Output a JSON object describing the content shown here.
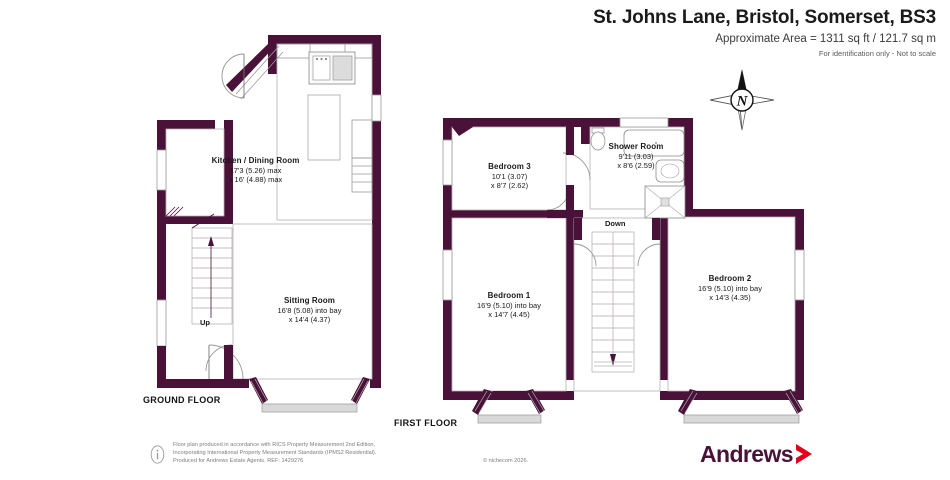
{
  "header": {
    "title": "St. Johns Lane, Bristol, Somerset, BS3",
    "area": "Approximate Area = 1311 sq ft / 121.7 sq m",
    "notice": "For identification only - Not to scale"
  },
  "compass": {
    "north_label": "N",
    "icon": "compass-rose-icon"
  },
  "colors": {
    "wall": "#4a1238",
    "wall_light": "#6b2450",
    "background": "#ffffff",
    "page_border": "#000000",
    "text": "#1a1a1a",
    "footer_text": "#7d7d7d",
    "logo_text": "#4a1238",
    "logo_chevron": "#e2001a"
  },
  "floors": [
    {
      "id": "ground",
      "label": "GROUND FLOOR",
      "rooms": [
        {
          "name": "Kitchen / Dining Room",
          "dim1": "17'3 (5.26) max",
          "dim2": "x 16' (4.88) max"
        },
        {
          "name": "Sitting Room",
          "dim1": "16'8 (5.08) into bay",
          "dim2": "x 14'4 (4.37)"
        }
      ],
      "stair_label": "Up"
    },
    {
      "id": "first",
      "label": "FIRST FLOOR",
      "rooms": [
        {
          "name": "Bedroom 3",
          "dim1": "10'1 (3.07)",
          "dim2": "x 8'7 (2.62)"
        },
        {
          "name": "Shower Room",
          "dim1": "9'11 (3.03)",
          "dim2": "x 8'6 (2.59)"
        },
        {
          "name": "Bedroom 1",
          "dim1": "16'9 (5.10) into bay",
          "dim2": "x 14'7 (4.45)"
        },
        {
          "name": "Bedroom 2",
          "dim1": "16'9 (5.10) into bay",
          "dim2": "x 14'3 (4.35)"
        }
      ],
      "stair_label": "Down"
    }
  ],
  "footer": {
    "line1": "Floor plan produced in accordance with RICS Property Measurement 2nd Edition,",
    "line2": "Incorporating International Property Measurement Standards (IPMS2 Residential).",
    "line3": "Produced for Andrews Estate Agents.   REF:  1429276",
    "copyright": "© nichecom 2026.",
    "info_icon": "info-circle-icon"
  },
  "logo": {
    "text": "Andrews",
    "chevron_icon": "chevron-right-icon"
  }
}
